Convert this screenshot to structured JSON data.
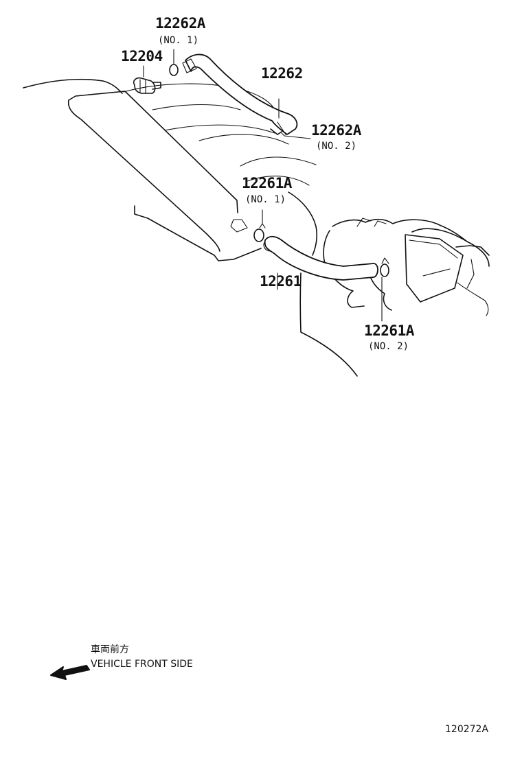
{
  "callouts": {
    "p12262A_no1": {
      "part": "12262A",
      "note": "(NO. 1)"
    },
    "p12204": {
      "part": "12204"
    },
    "p12262": {
      "part": "12262"
    },
    "p12262A_no2": {
      "part": "12262A",
      "note": "(NO. 2)"
    },
    "p12261A_no1": {
      "part": "12261A",
      "note": "(NO. 1)"
    },
    "p12261": {
      "part": "12261"
    },
    "p12261A_no2": {
      "part": "12261A",
      "note": "(NO. 2)"
    }
  },
  "legend": {
    "jp": "車両前方",
    "en": "VEHICLE FRONT SIDE",
    "arrow_icon": "arrow-left-down-icon"
  },
  "illustration_code": "120272A",
  "colors": {
    "ink": "#111111",
    "background": "#ffffff"
  }
}
